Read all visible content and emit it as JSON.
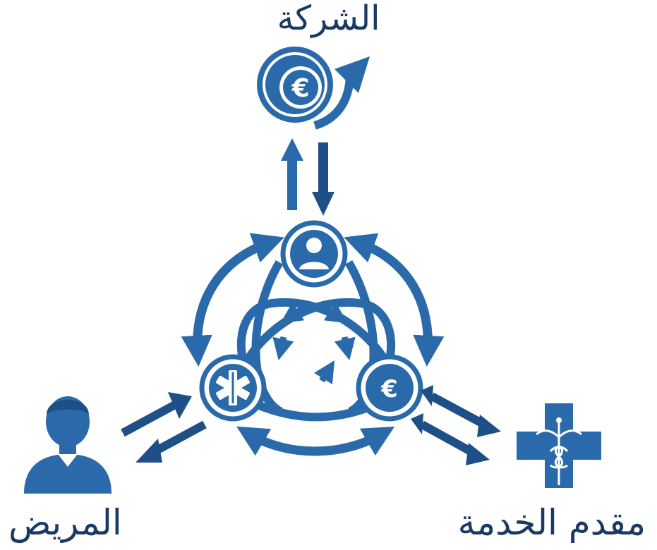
{
  "colors": {
    "primary": "#2a6aaa",
    "dark": "#1e4f86",
    "text": "#1a3a64",
    "white": "#ffffff"
  },
  "labels": {
    "company": "الشركة",
    "patient": "المريض",
    "provider": "مقدم الخدمة"
  },
  "icons": {
    "company": "euro-coin-growth-arrow-icon",
    "patient": "person-icon",
    "provider": "medical-cross-caduceus-icon",
    "hub_top": "person-circle-icon",
    "hub_left": "star-of-life-icon",
    "hub_right": "euro-circle-icon",
    "euro_symbol": "€"
  }
}
